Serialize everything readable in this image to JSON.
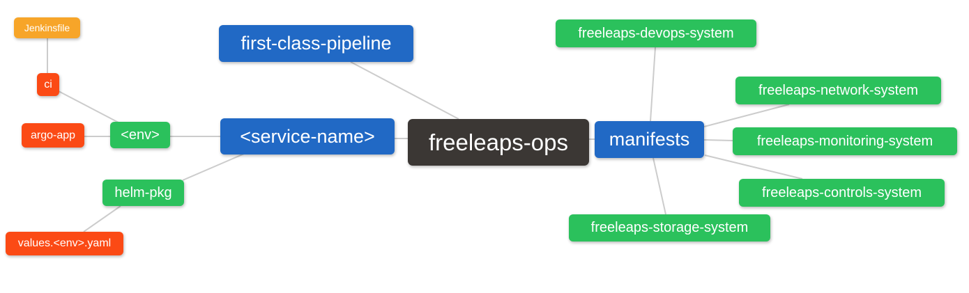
{
  "diagram": {
    "type": "mindmap",
    "background": "#ffffff",
    "edge_color": "#cccccc",
    "palette": {
      "blue": "#2169c5",
      "green": "#2bc15c",
      "red_orange": "#fb4a15",
      "amber": "#f7a529",
      "dark": "#3b3734",
      "text": "#ffffff"
    },
    "root": "freeleaps-ops",
    "nodes": {
      "jenkinsfile": {
        "label": "Jenkinsfile",
        "color": "amber"
      },
      "ci": {
        "label": "ci",
        "color": "red_orange"
      },
      "argo_app": {
        "label": "argo-app",
        "color": "red_orange"
      },
      "env": {
        "label": "<env>",
        "color": "green"
      },
      "helm_pkg": {
        "label": "helm-pkg",
        "color": "green"
      },
      "values_yaml": {
        "label": "values.<env>.yaml",
        "color": "red_orange"
      },
      "fcp": {
        "label": "first-class-pipeline",
        "color": "blue"
      },
      "service_name": {
        "label": "<service-name>",
        "color": "blue"
      },
      "freeleaps_ops": {
        "label": "freeleaps-ops",
        "color": "dark"
      },
      "manifests": {
        "label": "manifests",
        "color": "blue"
      },
      "devops": {
        "label": "freeleaps-devops-system",
        "color": "green"
      },
      "network": {
        "label": "freeleaps-network-system",
        "color": "green"
      },
      "monitoring": {
        "label": "freeleaps-monitoring-system",
        "color": "green"
      },
      "controls": {
        "label": "freeleaps-controls-system",
        "color": "green"
      },
      "storage": {
        "label": "freeleaps-storage-system",
        "color": "green"
      }
    },
    "edges": [
      [
        "jenkinsfile",
        "ci"
      ],
      [
        "ci",
        "env"
      ],
      [
        "argo_app",
        "env"
      ],
      [
        "env",
        "service_name"
      ],
      [
        "helm_pkg",
        "service_name"
      ],
      [
        "values_yaml",
        "helm_pkg"
      ],
      [
        "fcp",
        "freeleaps_ops"
      ],
      [
        "service_name",
        "freeleaps_ops"
      ],
      [
        "freeleaps_ops",
        "manifests"
      ],
      [
        "manifests",
        "devops"
      ],
      [
        "manifests",
        "network"
      ],
      [
        "manifests",
        "monitoring"
      ],
      [
        "manifests",
        "controls"
      ],
      [
        "manifests",
        "storage"
      ]
    ]
  }
}
